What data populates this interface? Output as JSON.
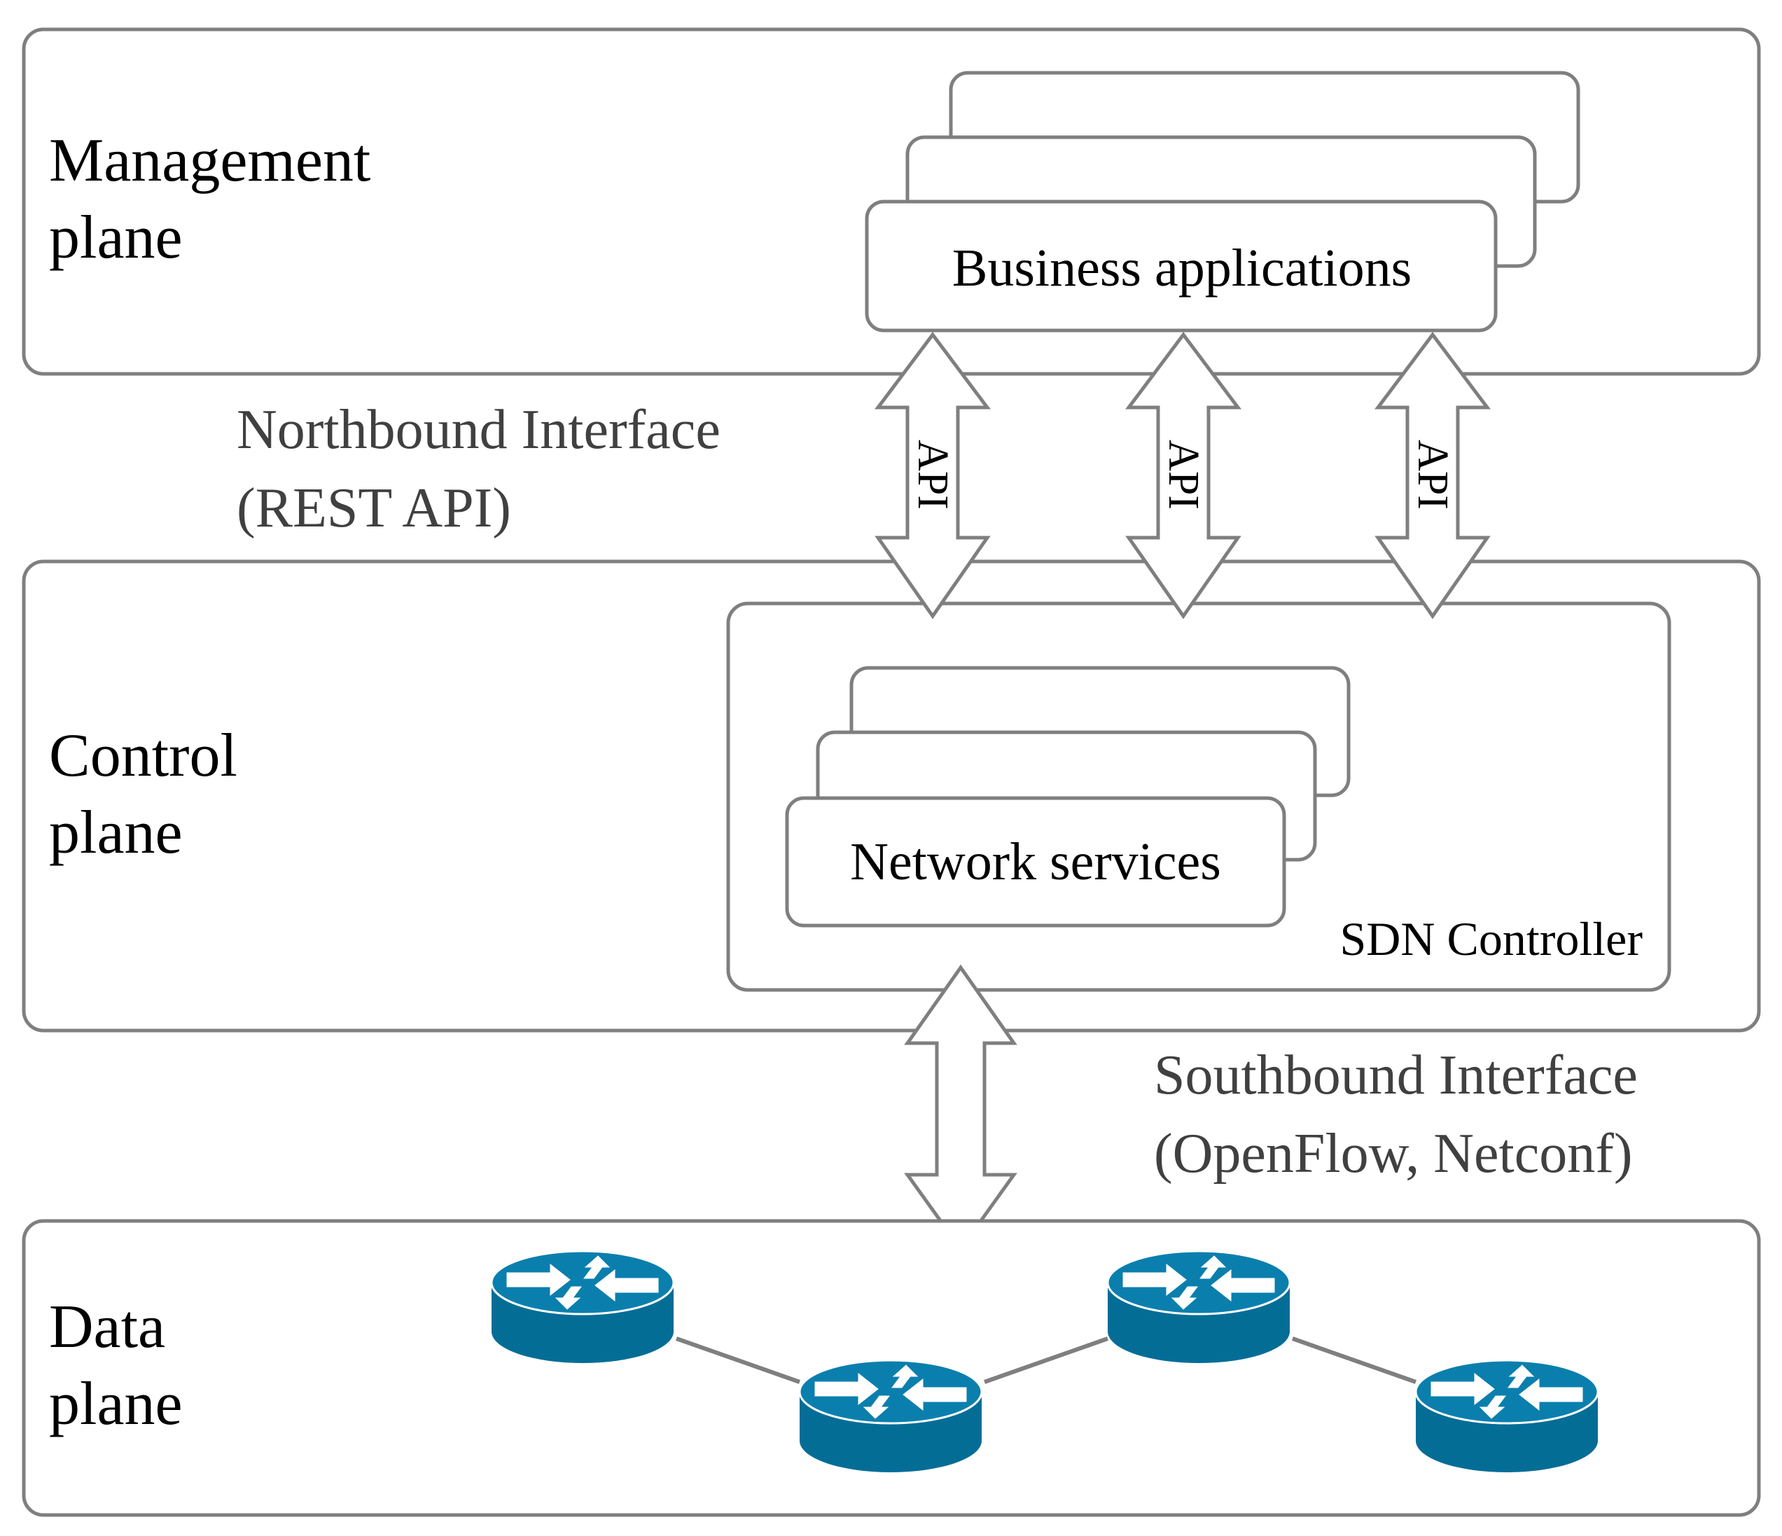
{
  "planes": {
    "management": {
      "line1": "Management",
      "line2": "plane"
    },
    "control": {
      "line1": "Control",
      "line2": "plane"
    },
    "data": {
      "line1": "Data",
      "line2": "plane"
    }
  },
  "boxes": {
    "business_applications": "Business applications",
    "network_services": "Network services",
    "sdn_controller": "SDN Controller"
  },
  "northbound": {
    "line1": "Northbound Interface",
    "line2": "(REST API)",
    "arrow_label": "API"
  },
  "southbound": {
    "line1": "Southbound Interface",
    "line2": "(OpenFlow, Netconf)"
  },
  "routers": {
    "icon": "router-icon",
    "count": 4,
    "color": "#0a7fad",
    "links": 3
  },
  "colors": {
    "stroke": "#7f7f7f",
    "router": "#0a7fad"
  }
}
